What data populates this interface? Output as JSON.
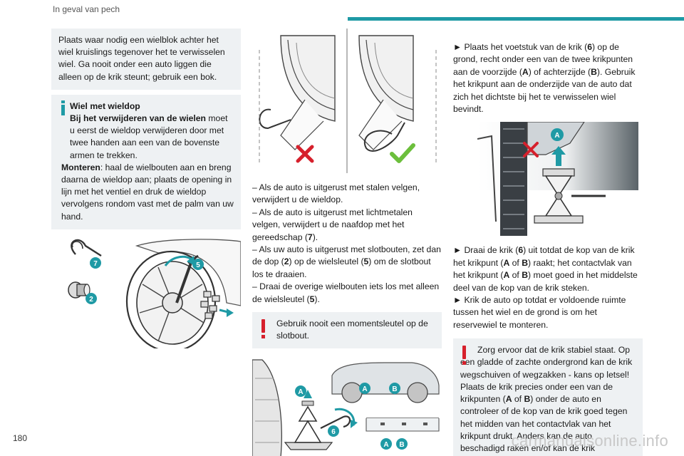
{
  "header": {
    "title": "In geval van pech"
  },
  "page_number": "180",
  "watermark": "carmanualsonline.info",
  "col1": {
    "note1": "Plaats waar nodig een wielblok achter het wiel kruislings tegenover het te verwisselen wiel. Ga nooit onder een auto liggen die alleen op de krik steunt; gebruik een bok.",
    "info_title": "Wiel met wieldop",
    "info_lead": "Bij het verwijderen van de wielen",
    "info_lead_rest": " moet u eerst de wieldop verwijderen door met twee handen aan een van de bovenste armen te trekken.",
    "info_mount": "Monteren",
    "info_mount_rest": ": haal de wielbouten aan en breng daarna de wieldop aan; plaats de opening in lijn met het ventiel en druk de wieldop vervolgens rondom vast met de palm van uw hand.",
    "callouts": {
      "c7": "7",
      "c5": "5",
      "c2": "2"
    }
  },
  "col2": {
    "bullets": [
      {
        "a": "–  Als de auto is uitgerust met stalen velgen, verwijdert u de wieldop."
      },
      {
        "a": "–  Als de auto is uitgerust met lichtmetalen velgen, verwijdert u de naafdop met het gereedschap (",
        "b": "7",
        "c": ")."
      },
      {
        "a": "–  Als uw auto is uitgerust met slotbouten, zet dan de dop (",
        "b": "2",
        "c": ") op de wielsleutel (",
        "d": "5",
        "e": ") om de slotbout los te draaien."
      },
      {
        "a": "–  Draai de overige wielbouten iets los met alleen de wielsleutel (",
        "b": "5",
        "c": ")."
      }
    ],
    "warning": "Gebruik nooit een momentsleutel op de slotbout.",
    "callouts": {
      "a1": "A",
      "a2": "A",
      "b1": "B",
      "six": "6",
      "a3": "A",
      "b2": "B"
    }
  },
  "col3": {
    "p1": {
      "a": "►  Plaats het voetstuk van de krik (",
      "b": "6",
      "c": ") op de grond, recht onder een van de twee krikpunten aan de voorzijde (",
      "d": "A",
      "e": ") of achterzijde (",
      "f": "B",
      "g": "). Gebruik het krikpunt aan de onderzijde van de auto dat zich het dichtste bij het te verwisselen wiel bevindt."
    },
    "p2": {
      "a": "►  Draai de krik (",
      "b": "6",
      "c": ") uit totdat de kop van de krik het krikpunt (",
      "d": "A",
      "e": " of ",
      "f": "B",
      "g": ") raakt; het contactvlak van het krikpunt (",
      "h": "A",
      "i": " of ",
      "j": "B",
      "k": ") moet goed in het middelste deel van de kop van de krik steken."
    },
    "p3": "►  Krik de auto op totdat er voldoende ruimte tussen het wiel en de grond is om het reservewiel te monteren.",
    "warning1": "Zorg ervoor dat de krik stabiel staat. Op een gladde of zachte ondergrond kan de krik wegschuiven of wegzakken - kans op letsel!",
    "warning2_a": "Plaats de krik precies onder een van de krikpunten (",
    "warning2_b": "A",
    "warning2_c": " of ",
    "warning2_d": "B",
    "warning2_e": ") onder de auto en controleer of de kop van de krik goed tegen het midden van het contactvlak van het krikpunt drukt. Anders kan de auto beschadigd raken en/of kan de krik wegzakken - Kans op letsel!",
    "callouts": {
      "a": "A"
    }
  },
  "colors": {
    "accent": "#1f9aa5",
    "warning": "#d6202c",
    "ok": "#6cbf3c",
    "box_bg": "#eef1f3"
  }
}
